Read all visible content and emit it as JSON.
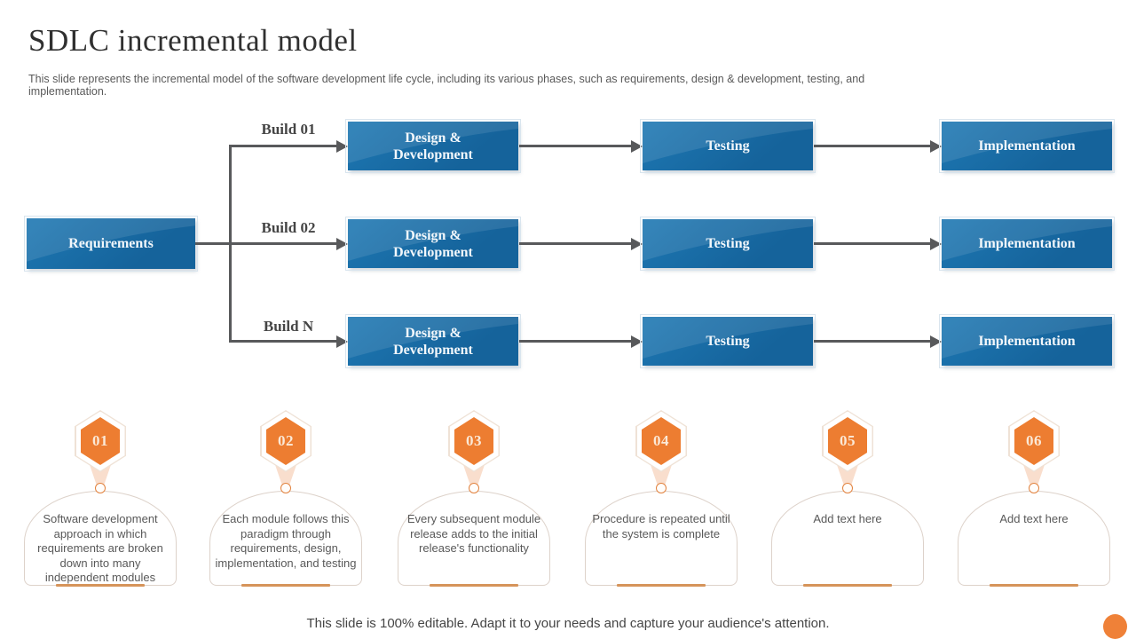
{
  "slide": {
    "title": "SDLC incremental model",
    "subtitle": "This slide represents the incremental model of the software development life cycle, including its various phases, such as requirements, design & development, testing, and implementation.",
    "footer": "This slide is 100% editable. Adapt it to your needs and capture your audience's attention."
  },
  "colors": {
    "box_blue_dark": "#15639B",
    "box_blue_light": "#1E78B3",
    "hexagon_orange": "#ED7D31",
    "arrow_gray": "#58595B",
    "underline_tan": "#D6945A",
    "card_border": "#DDD2CA",
    "corner_dot_orange": "#EF8138"
  },
  "flow": {
    "source_label": "Requirements",
    "rows": [
      {
        "build_label": "Build 01",
        "stages": [
          "Design & Development",
          "Testing",
          "Implementation"
        ]
      },
      {
        "build_label": "Build 02",
        "stages": [
          "Design & Development",
          "Testing",
          "Implementation"
        ]
      },
      {
        "build_label": "Build N",
        "stages": [
          "Design & Development",
          "Testing",
          "Implementation"
        ]
      }
    ]
  },
  "steps": [
    {
      "number": "01",
      "text": "Software development approach in which requirements are broken down into many independent modules"
    },
    {
      "number": "02",
      "text": "Each module follows this paradigm through requirements, design, implementation, and testing"
    },
    {
      "number": "03",
      "text": "Every subsequent module release adds to the initial release's functionality"
    },
    {
      "number": "04",
      "text": "Procedure is repeated until the system is complete"
    },
    {
      "number": "05",
      "text": "Add text here"
    },
    {
      "number": "06",
      "text": "Add text here"
    }
  ]
}
